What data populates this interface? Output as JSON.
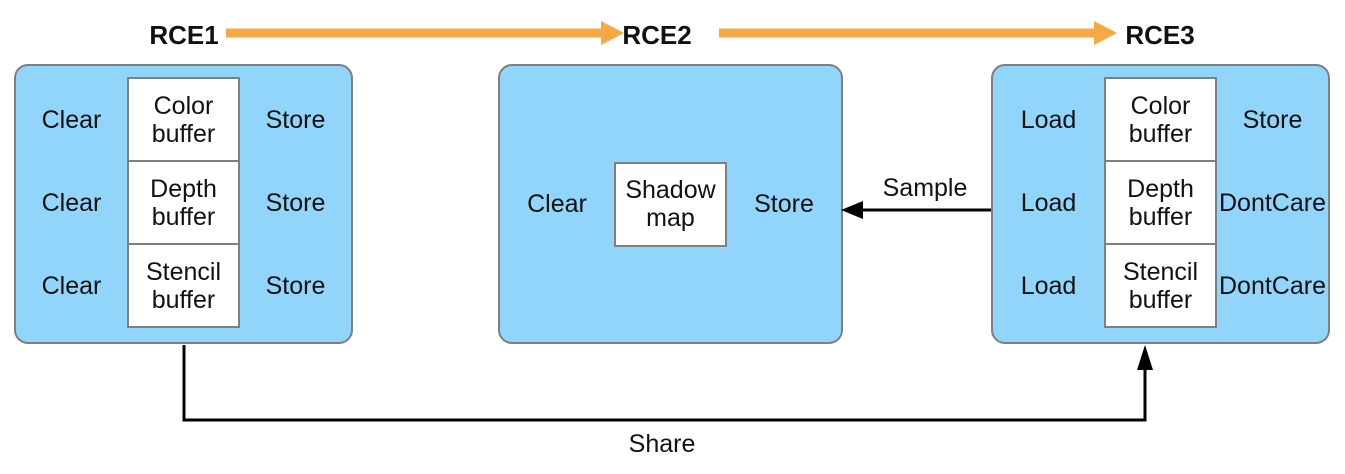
{
  "colors": {
    "node-fill": "#92d5fa",
    "node-border": "#7f7f7f",
    "arrow-orange": "#f5a843",
    "line-black": "#000000",
    "text-color": "#111111"
  },
  "nodes": [
    {
      "id": "rce1",
      "label": "RCE1",
      "rows": [
        {
          "load_action": "Clear",
          "buffer": "Color buffer",
          "store_action": "Store"
        },
        {
          "load_action": "Clear",
          "buffer": "Depth buffer",
          "store_action": "Store"
        },
        {
          "load_action": "Clear",
          "buffer": "Stencil buffer",
          "store_action": "Store"
        }
      ]
    },
    {
      "id": "rce2",
      "label": "RCE2",
      "rows": [
        {
          "load_action": "Clear",
          "buffer": "Shadow map",
          "store_action": "Store"
        }
      ]
    },
    {
      "id": "rce3",
      "label": "RCE3",
      "rows": [
        {
          "load_action": "Load",
          "buffer": "Color buffer",
          "store_action": "Store"
        },
        {
          "load_action": "Load",
          "buffer": "Depth buffer",
          "store_action": "DontCare"
        },
        {
          "load_action": "Load",
          "buffer": "Stencil buffer",
          "store_action": "DontCare"
        }
      ]
    }
  ],
  "connectors": {
    "sample_label": "Sample",
    "share_label": "Share"
  }
}
